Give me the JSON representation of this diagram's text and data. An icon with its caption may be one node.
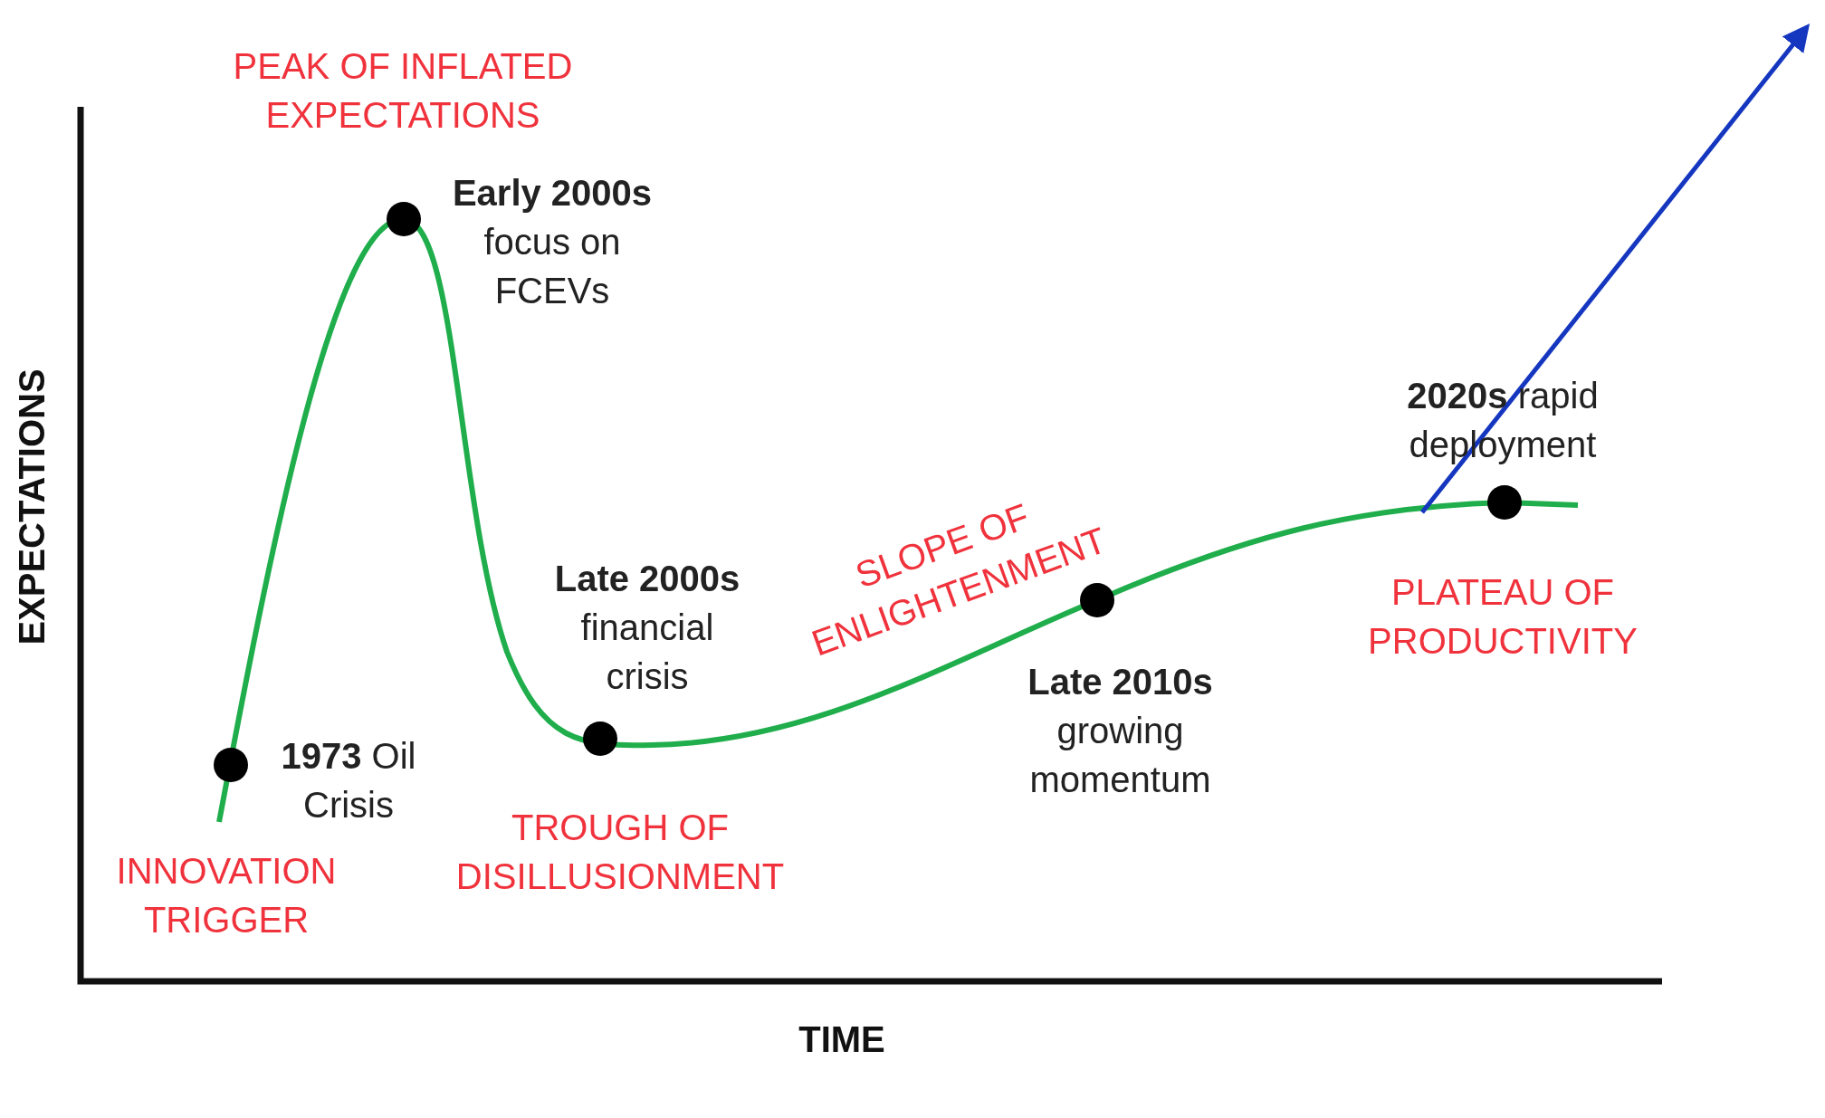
{
  "diagram": {
    "nodes": [
      {
        "text": [],
        "shape": "circle",
        "beside": [
          "**1973** Oil Crisis",
          "INNOVATION TRIGGER"
        ]
      },
      {
        "text": [],
        "shape": "circle",
        "beside": [
          "**Early 2000s** focus on FCEVs",
          "PEAK OF INFLATED EXPECTATIONS"
        ]
      },
      {
        "text": [],
        "shape": "circle",
        "beside": [
          "**Late 2000s** financial crisis",
          "TROUGH OF DISILLUSIONMENT"
        ]
      },
      {
        "text": [],
        "shape": "circle",
        "beside": [
          "**Late 2010s** growing momentum"
        ]
      },
      {
        "text": [],
        "shape": "circle",
        "beside": [
          "**2020s** rapid deployment",
          "PLATEAU OF PRODUCTIVITY"
        ]
      }
    ],
    "labels": [
      "EXPECTATIONS",
      "SLOPE OF ENLIGHTENMENT",
      "TIME"
    ]
  }
}
